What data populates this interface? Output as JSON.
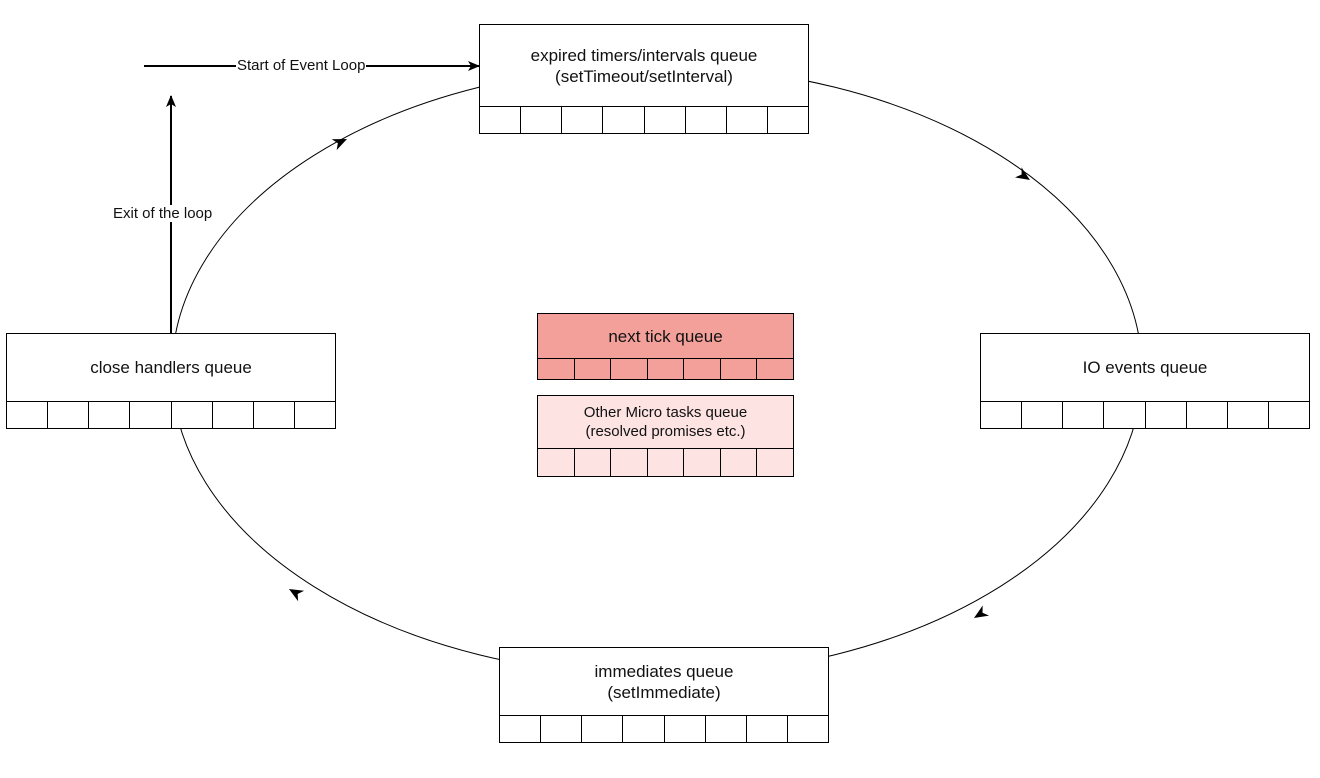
{
  "labels": {
    "start": "Start of Event Loop",
    "exit": "Exit of the loop"
  },
  "queues": {
    "timers": {
      "line1": "expired timers/intervals queue",
      "line2": "(setTimeout/setInterval)"
    },
    "io": {
      "line1": "IO events queue"
    },
    "immediates": {
      "line1": "immediates queue",
      "line2": "(setImmediate)"
    },
    "close": {
      "line1": "close handlers queue"
    },
    "next_tick": {
      "line1": "next tick queue"
    },
    "micro": {
      "line1": "Other Micro tasks queue",
      "line2": "(resolved promises etc.)"
    }
  },
  "colors": {
    "next_tick_fill": "#f4a09a",
    "micro_fill": "#fde4e3",
    "line": "#000000"
  }
}
